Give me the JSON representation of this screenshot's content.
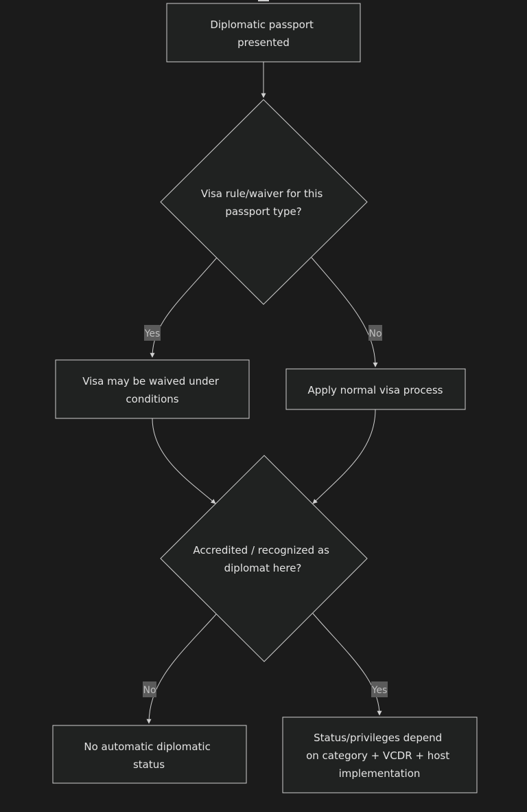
{
  "diagram": {
    "colors": {
      "background": "#1b1b1b",
      "node_fill": "#202221",
      "node_stroke": "#cfcfcf",
      "edge": "#d0d0d0",
      "label_bg": "#5b5b5b",
      "text": "#e4e4e4"
    },
    "nodes": {
      "start": {
        "lines": [
          "Diplomatic passport",
          "presented"
        ]
      },
      "visa_decision": {
        "lines": [
          "Visa rule/waiver for this",
          "passport type?"
        ]
      },
      "visa_waived": {
        "lines": [
          "Visa may be waived under",
          "conditions"
        ]
      },
      "normal_visa": {
        "lines": [
          "Apply normal visa process"
        ]
      },
      "accredited_decision": {
        "lines": [
          "Accredited / recognized as",
          "diplomat here?"
        ]
      },
      "no_status": {
        "lines": [
          "No automatic diplomatic",
          "status"
        ]
      },
      "status_depends": {
        "lines": [
          "Status/privileges depend",
          "on category + VCDR + host",
          "implementation"
        ]
      }
    },
    "edges": {
      "visa_yes": "Yes",
      "visa_no": "No",
      "accredited_no": "No",
      "accredited_yes": "Yes"
    }
  }
}
